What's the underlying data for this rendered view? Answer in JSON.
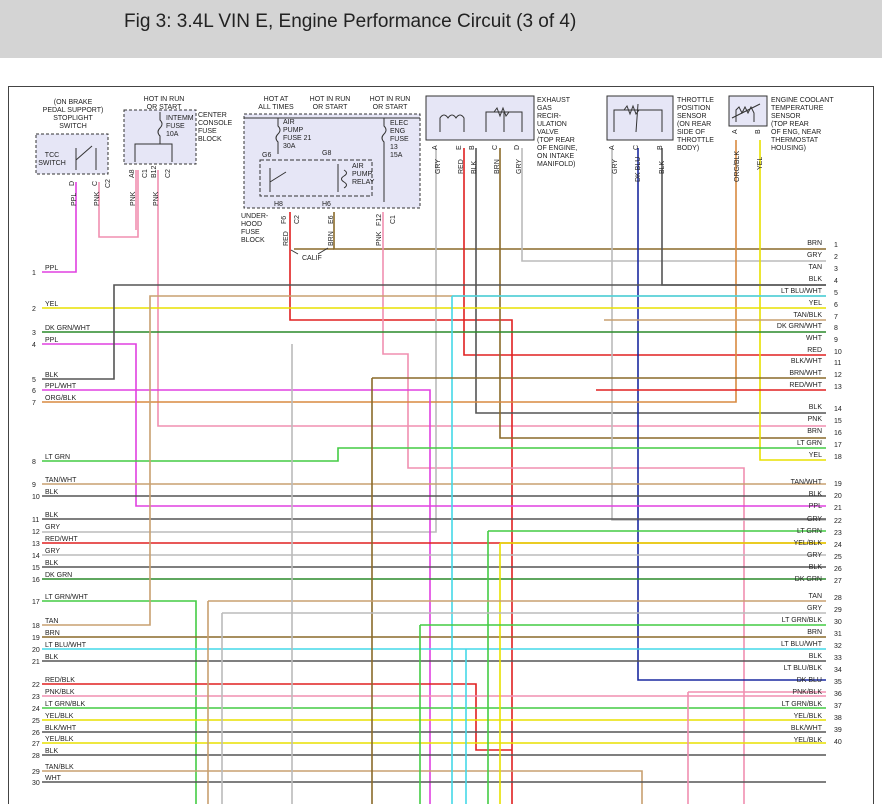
{
  "header": {
    "title": "Fig 3: 3.4L VIN E, Engine Performance Circuit (3 of 4)"
  },
  "components": {
    "stoplight": {
      "lines": [
        "(ON BRAKE",
        "PEDAL SUPPORT)",
        "STOPLIGHT",
        "SWITCH"
      ],
      "inner": [
        "TCC",
        "SWITCH"
      ],
      "pins": [
        "D",
        "C",
        "C2"
      ]
    },
    "intemm": {
      "head": [
        "HOT IN RUN",
        "OR START"
      ],
      "side": [
        "CENTER",
        "CONSOLE",
        "FUSE",
        "BLOCK"
      ],
      "fuse": [
        "INTEMM",
        "FUSE",
        "10A"
      ],
      "pins": [
        "A8",
        "C1",
        "B12",
        "C2"
      ]
    },
    "underhood": {
      "head1": [
        "HOT AT",
        "ALL TIMES"
      ],
      "head2": [
        "HOT IN RUN",
        "OR START"
      ],
      "head3": [
        "HOT IN RUN",
        "OR START"
      ],
      "airpump": [
        "AIR",
        "PUMP",
        "FUSE 21",
        "30A"
      ],
      "relay": [
        "AIR",
        "PUMP",
        "RELAY"
      ],
      "eng": [
        "ELEC",
        "ENG",
        "FUSE",
        "13",
        "15A"
      ],
      "side": [
        "UNDER-",
        "HOOD",
        "FUSE",
        "BLOCK"
      ],
      "pins": [
        "G6",
        "G8",
        "H8",
        "H6",
        "F6",
        "C2",
        "E6",
        "F12",
        "C1"
      ],
      "calif": "CALIF"
    },
    "egr": {
      "lines": [
        "EXHAUST",
        "GAS",
        "RECIR-",
        "ULATION",
        "VALVE",
        "(TOP REAR",
        "OF ENGINE,",
        "ON INTAKE",
        "MANIFOLD)"
      ],
      "pins": [
        "A",
        "E",
        "B",
        "C",
        "D"
      ]
    },
    "tps": {
      "lines": [
        "THROTTLE",
        "POSITION",
        "SENSOR",
        "(ON REAR",
        "SIDE OF",
        "THROTTLE",
        "BODY)"
      ],
      "pins": [
        "A",
        "C",
        "B"
      ]
    },
    "ect": {
      "lines": [
        "ENGINE COOLANT",
        "TEMPERATURE",
        "SENSOR",
        "(TOP REAR",
        "OF ENG, NEAR",
        "THERMOSTAT",
        "HOUSING)"
      ],
      "pins": [
        "A",
        "B"
      ]
    }
  },
  "vertical_labels": [
    "PPL",
    "PNK",
    "PNK",
    "PNK",
    "RED",
    "BRN",
    "PNK",
    "GRY",
    "RED",
    "BLK",
    "BRN",
    "GRY",
    "GRY",
    "DK BLU",
    "BLK",
    "ORG/BLK",
    "YEL"
  ],
  "left_rows": [
    {
      "n": "1",
      "label": "PPL"
    },
    {
      "n": "2",
      "label": "YEL"
    },
    {
      "n": "3",
      "label": "DK GRN/WHT"
    },
    {
      "n": "4",
      "label": "PPL"
    },
    {
      "n": "5",
      "label": "BLK"
    },
    {
      "n": "6",
      "label": "PPL/WHT"
    },
    {
      "n": "7",
      "label": "ORG/BLK"
    },
    {
      "n": "8",
      "label": "LT GRN"
    },
    {
      "n": "9",
      "label": "TAN/WHT"
    },
    {
      "n": "10",
      "label": "BLK"
    },
    {
      "n": "11",
      "label": "BLK"
    },
    {
      "n": "12",
      "label": "GRY"
    },
    {
      "n": "13",
      "label": "RED/WHT"
    },
    {
      "n": "14",
      "label": "GRY"
    },
    {
      "n": "15",
      "label": "BLK"
    },
    {
      "n": "16",
      "label": "DK GRN"
    },
    {
      "n": "17",
      "label": "LT GRN/WHT"
    },
    {
      "n": "18",
      "label": "TAN"
    },
    {
      "n": "19",
      "label": "BRN"
    },
    {
      "n": "20",
      "label": "LT BLU/WHT"
    },
    {
      "n": "21",
      "label": "BLK"
    },
    {
      "n": "22",
      "label": "RED/BLK"
    },
    {
      "n": "23",
      "label": "PNK/BLK"
    },
    {
      "n": "24",
      "label": "LT GRN/BLK"
    },
    {
      "n": "25",
      "label": "YEL/BLK"
    },
    {
      "n": "26",
      "label": "BLK/WHT"
    },
    {
      "n": "27",
      "label": "YEL/BLK"
    },
    {
      "n": "28",
      "label": "BLK"
    },
    {
      "n": "29",
      "label": "TAN/BLK"
    },
    {
      "n": "30",
      "label": "WHT"
    }
  ],
  "right_rows": [
    {
      "n": "1",
      "label": "BRN"
    },
    {
      "n": "2",
      "label": "GRY"
    },
    {
      "n": "3",
      "label": "TAN"
    },
    {
      "n": "4",
      "label": "BLK"
    },
    {
      "n": "5",
      "label": "LT BLU/WHT"
    },
    {
      "n": "6",
      "label": "YEL"
    },
    {
      "n": "7",
      "label": "TAN/BLK"
    },
    {
      "n": "8",
      "label": "DK GRN/WHT"
    },
    {
      "n": "9",
      "label": "WHT"
    },
    {
      "n": "10",
      "label": "RED"
    },
    {
      "n": "11",
      "label": "BLK/WHT"
    },
    {
      "n": "12",
      "label": "BRN/WHT"
    },
    {
      "n": "13",
      "label": "RED/WHT"
    },
    {
      "n": "14",
      "label": "BLK"
    },
    {
      "n": "15",
      "label": "PNK"
    },
    {
      "n": "16",
      "label": "BRN"
    },
    {
      "n": "17",
      "label": "LT GRN"
    },
    {
      "n": "18",
      "label": "YEL"
    },
    {
      "n": "19",
      "label": "TAN/WHT"
    },
    {
      "n": "20",
      "label": "BLK"
    },
    {
      "n": "21",
      "label": "PPL"
    },
    {
      "n": "22",
      "label": "GRY"
    },
    {
      "n": "23",
      "label": "LT GRN"
    },
    {
      "n": "24",
      "label": "YEL/BLK"
    },
    {
      "n": "25",
      "label": "GRY"
    },
    {
      "n": "26",
      "label": "BLK"
    },
    {
      "n": "27",
      "label": "DK GRN"
    },
    {
      "n": "28",
      "label": "TAN"
    },
    {
      "n": "29",
      "label": "GRY"
    },
    {
      "n": "30",
      "label": "LT GRN/BLK"
    },
    {
      "n": "31",
      "label": "BRN"
    },
    {
      "n": "32",
      "label": "LT BLU/WHT"
    },
    {
      "n": "33",
      "label": "BLK"
    },
    {
      "n": "34",
      "label": "LT BLU/BLK"
    },
    {
      "n": "35",
      "label": "DK BLU"
    },
    {
      "n": "36",
      "label": "PNK/BLK"
    },
    {
      "n": "37",
      "label": "LT GRN/BLK"
    },
    {
      "n": "38",
      "label": "YEL/BLK"
    },
    {
      "n": "39",
      "label": "BLK/WHT"
    },
    {
      "n": "40",
      "label": "YEL/BLK"
    }
  ],
  "wire_colors": {
    "PPL": "#e040e0",
    "YEL": "#e8e000",
    "DKGRN": "#2a8a2a",
    "LTGRN": "#44cc44",
    "BLK": "#555555",
    "RED": "#e02020",
    "PNK": "#f08fb0",
    "BRN": "#8a6a2a",
    "TAN": "#c8a070",
    "GRY": "#bbbbbb",
    "LTBLU": "#44d8e8",
    "DKBLU": "#1a2aa0",
    "ORG": "#d88a40"
  }
}
